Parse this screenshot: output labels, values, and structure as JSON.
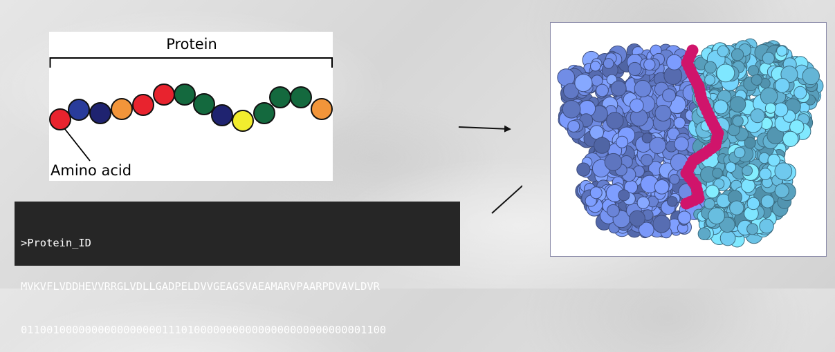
{
  "diagram": {
    "protein_label": "Protein",
    "amino_acid_label": "Amino acid",
    "bead_colors": [
      "#e8232e",
      "#293c9b",
      "#1f2370",
      "#f2953a",
      "#e8232e",
      "#e8232e",
      "#14693e",
      "#14693e",
      "#1f2370",
      "#f2ed2e",
      "#14693e",
      "#14693e",
      "#14693e",
      "#f2953a"
    ],
    "sequence": {
      "header": ">Protein_ID",
      "residues": "MVKVFLVDDHEVVRRGLVDLLGADPELDVVGEAGSVAEAMARVPAARPDVAVLDVR",
      "binding_mask": "011001000000000000000011101000000000000000000000000001100"
    },
    "colors": {
      "domain_a": "#6f8be3",
      "domain_b": "#6cc4e8",
      "peptide": "#d0146b",
      "terminal_bg": "#262626"
    }
  }
}
